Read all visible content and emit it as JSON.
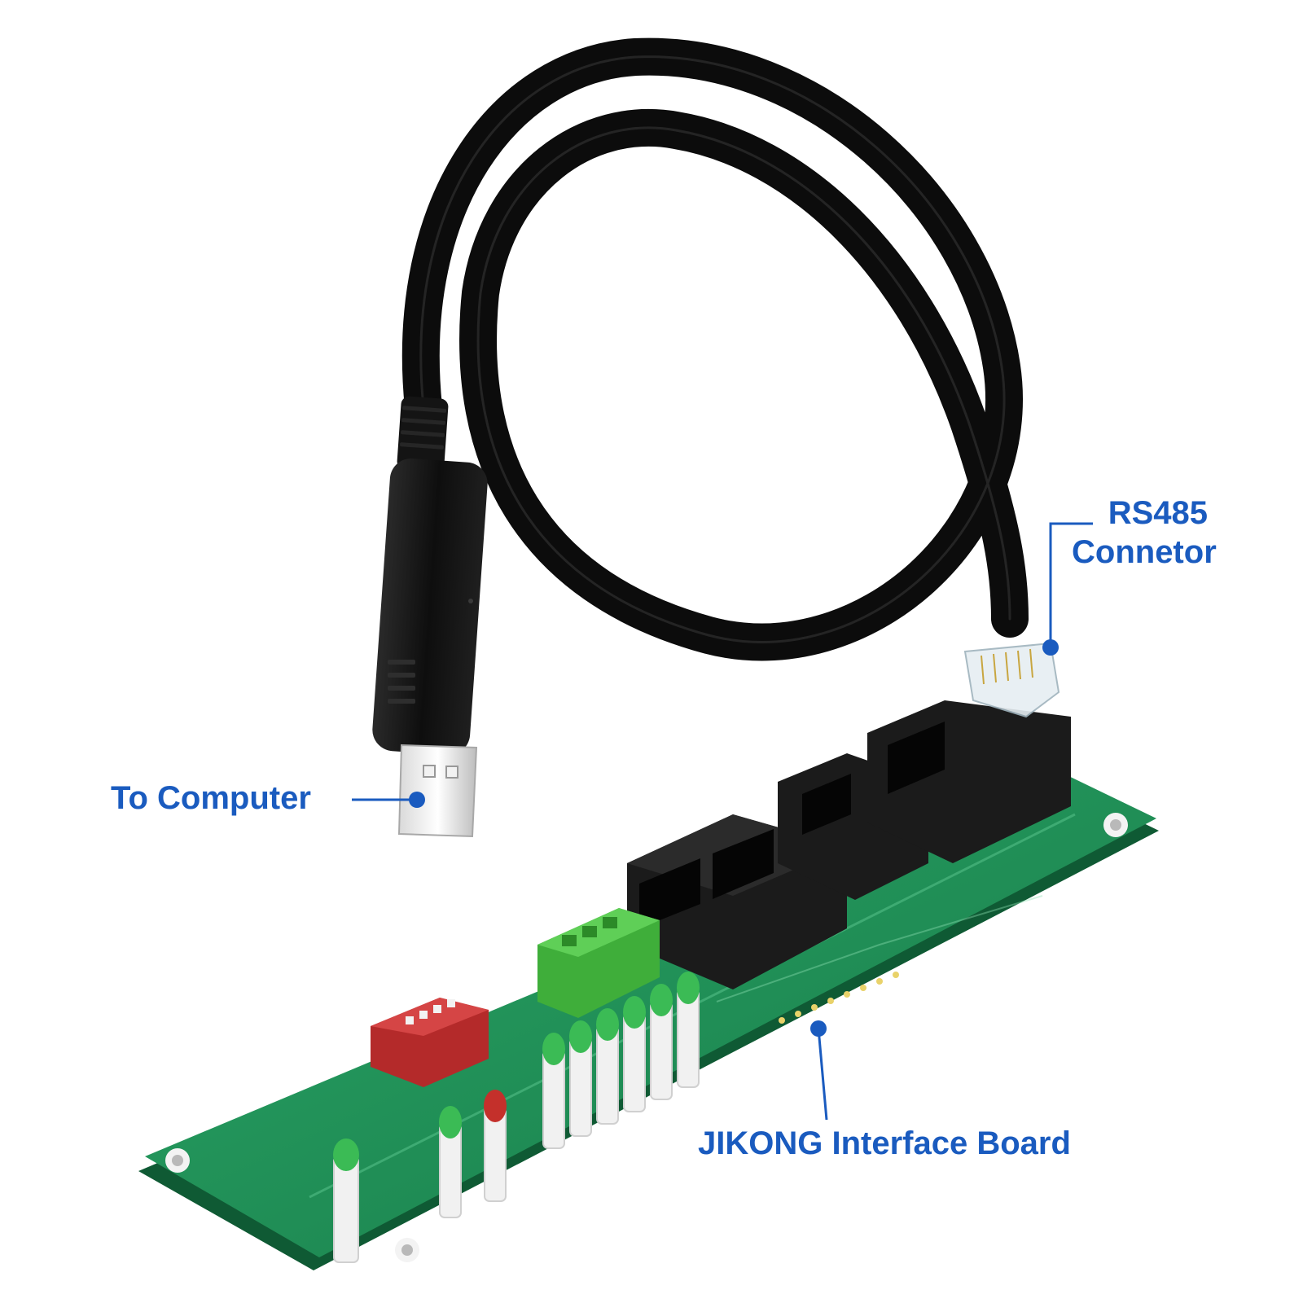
{
  "colors": {
    "label": "#1a5bbf",
    "pcb": "#1e8f57",
    "pcb_dark": "#146b40",
    "connector": "#1b1b1b",
    "terminal_block": "#3fae3a",
    "dip_switch": "#b42a2a"
  },
  "labels": {
    "to_computer": "To Computer",
    "rs485_line1": "RS485",
    "rs485_line2": "Connetor",
    "board": "JIKONG Interface Board"
  },
  "icons": {
    "usb_plug": "usb-plug-icon",
    "rj45_plug": "rj45-plug-icon",
    "callout_dot": "callout-dot-icon"
  }
}
